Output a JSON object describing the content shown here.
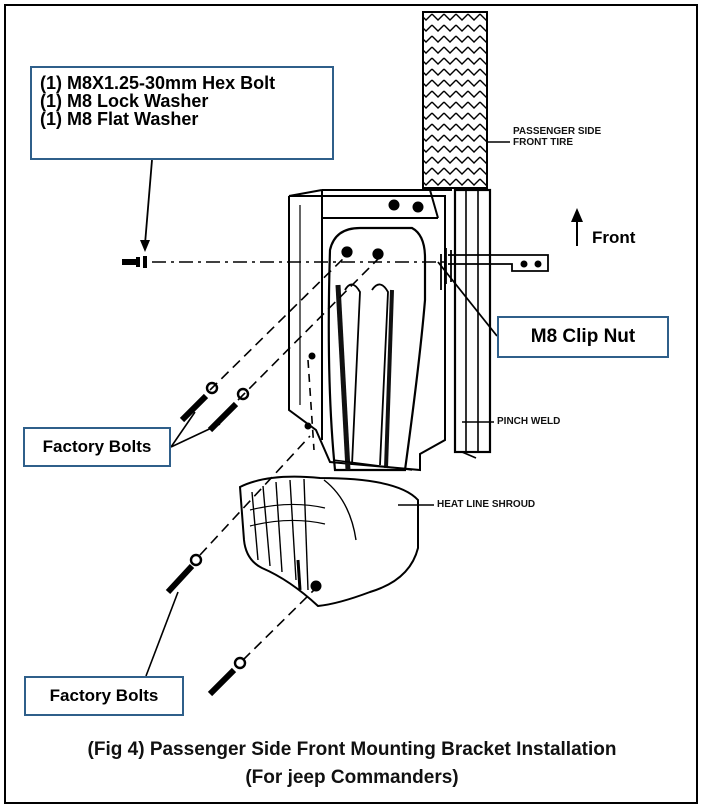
{
  "hardware_callout": {
    "line1": "(1) M8X1.25-30mm Hex Bolt",
    "line2": "(1) M8 Lock Washer",
    "line3": "(1) M8 Flat Washer"
  },
  "clip_nut_label": "M8 Clip Nut",
  "factory_bolts_label_1": "Factory Bolts",
  "factory_bolts_label_2": "Factory Bolts",
  "drawing_labels": {
    "tire_line1": "PASSENGER SIDE",
    "tire_line2": "FRONT TIRE",
    "pinch_weld": "PINCH WELD",
    "heat_line_shroud": "HEAT LINE SHROUD"
  },
  "front_label": "Front",
  "caption": {
    "line1": "(Fig 4) Passenger Side  Front Mounting Bracket Installation",
    "line2": "(For jeep Commanders)"
  },
  "colors": {
    "callout_border": "#2f5f8a",
    "line": "#000000"
  }
}
